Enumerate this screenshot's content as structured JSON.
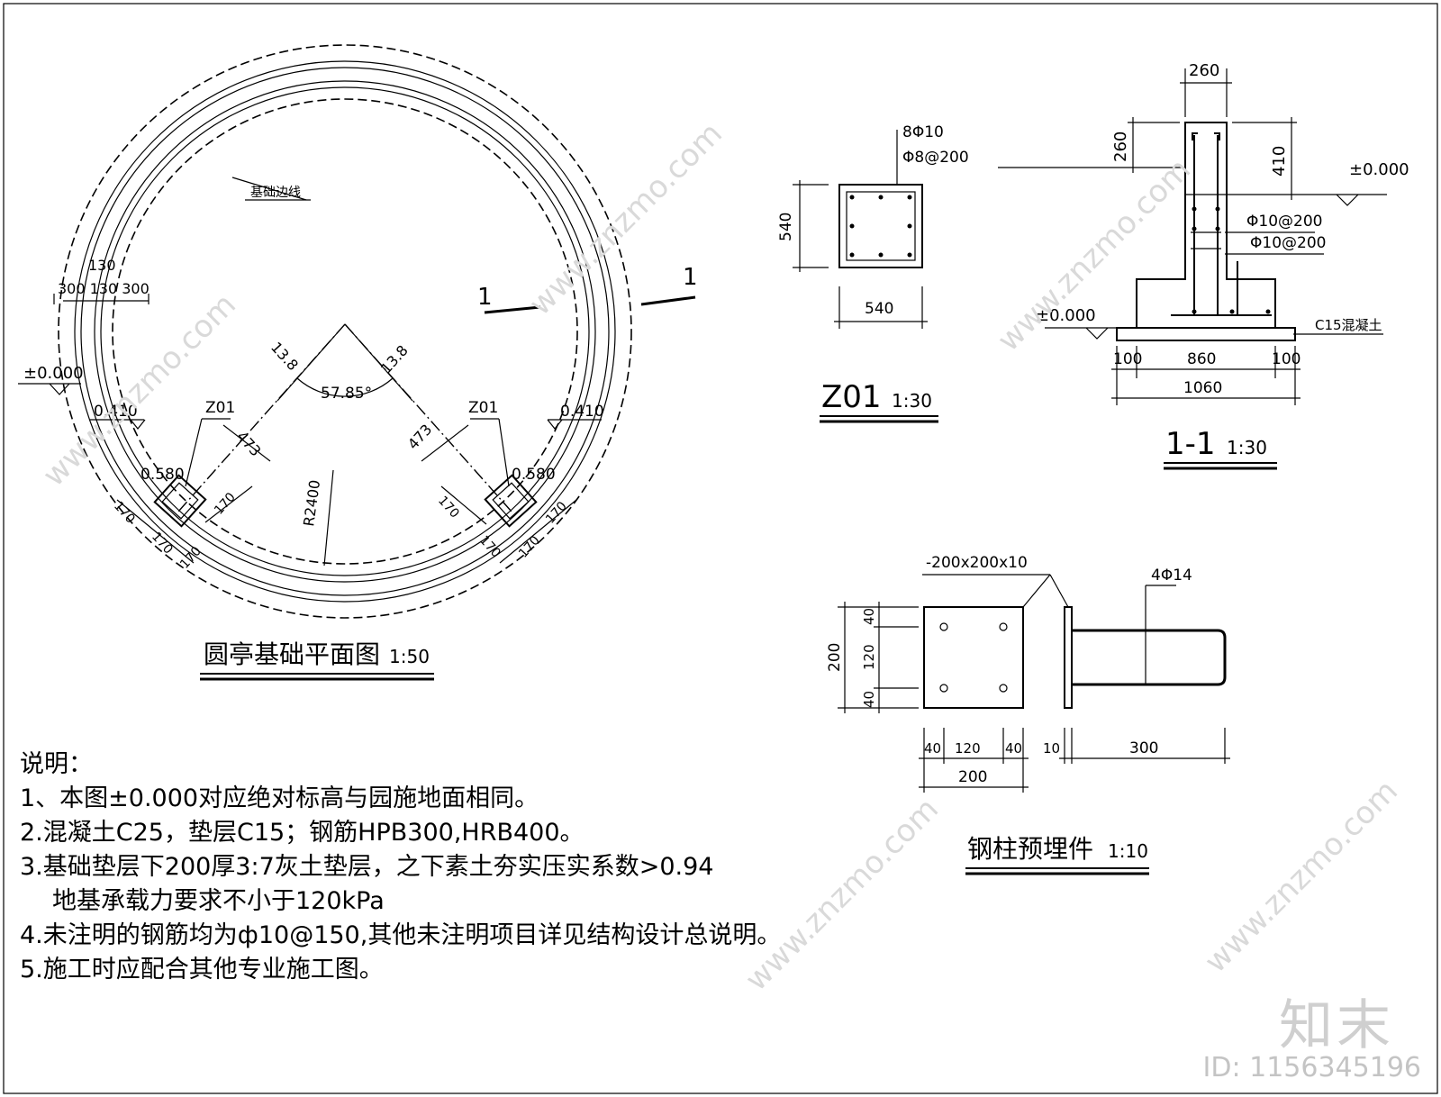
{
  "plan": {
    "title": "圆亭基础平面图",
    "scale": "1:50",
    "label_foundation_edge": "基础边线",
    "section_mark": "1",
    "elev_zero": "±0.000",
    "elev_top_left": "0.410",
    "elev_top_right": "0.410",
    "elev_low_left": "0.580",
    "elev_low_right": "0.580",
    "col_tag_left": "Z01",
    "col_tag_right": "Z01",
    "angle": "57.85°",
    "radius": "R2400",
    "dim_130": "130",
    "dim_row": "300 130 300",
    "dim_13_8": "13.8",
    "dim_473": "473",
    "dim_170": "170"
  },
  "column": {
    "title": "Z01",
    "scale": "1:30",
    "rebar_main": "8Φ10",
    "rebar_tie": "Φ8@200",
    "dim_side": "540",
    "dim_bottom": "540"
  },
  "section": {
    "title": "1-1",
    "scale": "1:30",
    "dim_top": "260",
    "dim_left": "260",
    "dim_right": "410",
    "elev_right": "±0.000",
    "elev_left": "±0.000",
    "rebar_a": "Φ10@200",
    "rebar_b": "Φ10@200",
    "concrete": "C15混凝土",
    "dim_100_left": "100",
    "dim_860": "860",
    "dim_100_right": "100",
    "dim_total": "1060"
  },
  "embed": {
    "title": "钢柱预埋件",
    "scale": "1:10",
    "plate": "-200x200x10",
    "rebar": "4Φ14",
    "dim_left_total": "200",
    "dim_left_a": "40",
    "dim_left_b": "120",
    "dim_left_c": "40",
    "dim_bottom_a": "40",
    "dim_bottom_b": "120",
    "dim_bottom_c": "40",
    "dim_bottom_total": "200",
    "dim_10": "10",
    "dim_300": "300"
  },
  "notes": {
    "heading": "说明：",
    "items": [
      "1、本图±0.000对应绝对标高与园施地面相同。",
      "2.混凝土C25，垫层C15；钢筋HPB300,HRB400。",
      "3.基础垫层下200厚3:7灰土垫层，之下素土夯实压实系数>0.94",
      "地基承载力要求不小于120kPa",
      "4.未注明的钢筋均为ф10@150,其他未注明项目详见结构设计总说明。",
      "5.施工时应配合其他专业施工图。"
    ]
  },
  "branding": {
    "watermark": "www.znzmo.com",
    "logo": "知末",
    "id": "ID: 1156345196"
  }
}
